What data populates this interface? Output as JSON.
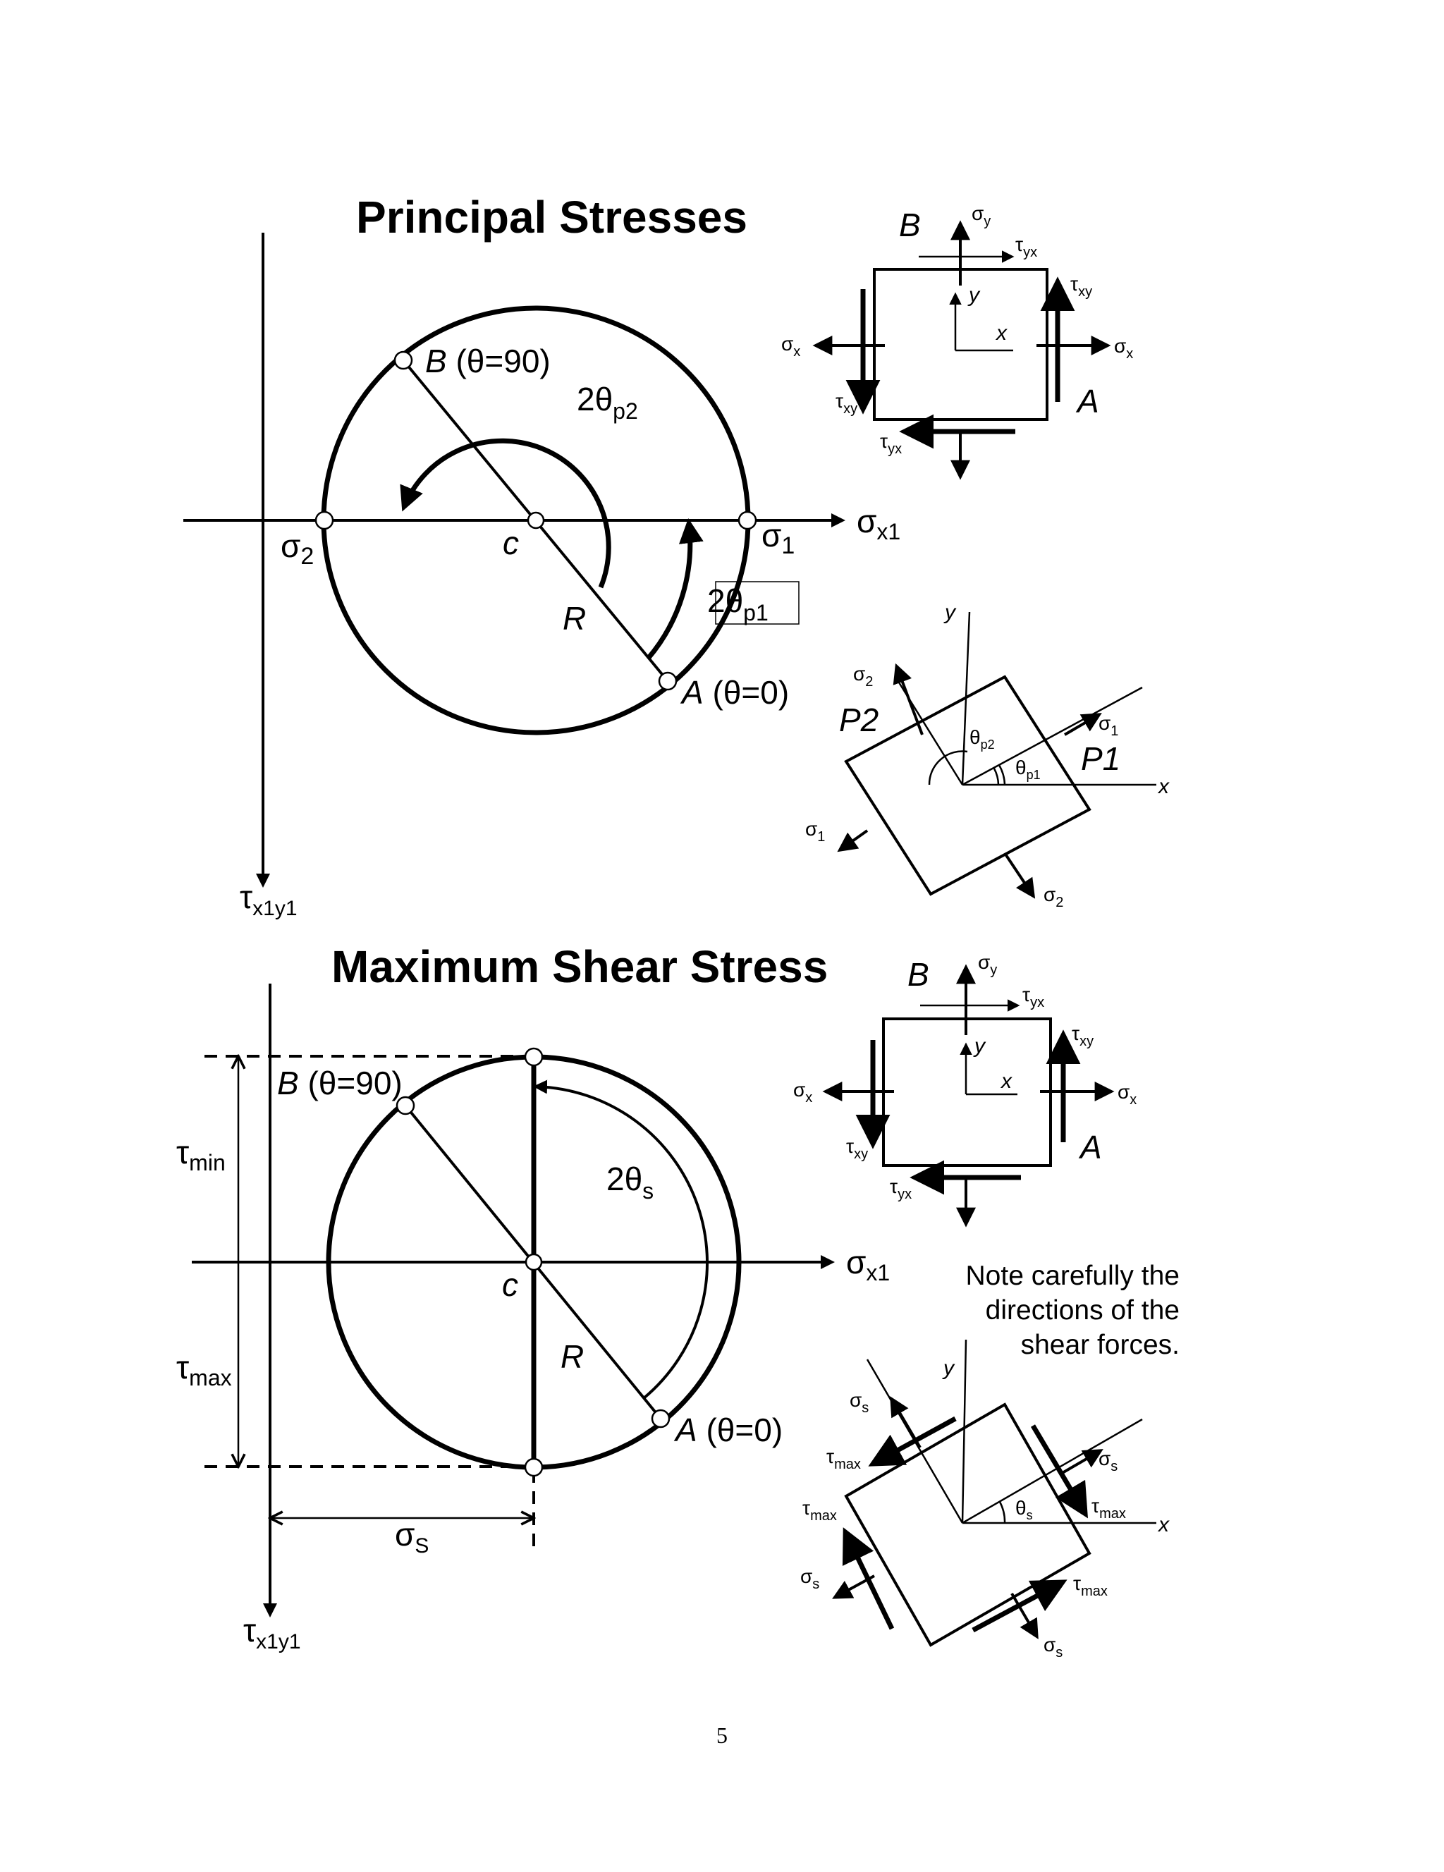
{
  "top": {
    "title": "Principal Stresses",
    "circle_labels": {
      "B": "B",
      "B_theta": "(θ=90)",
      "A": "A",
      "A_theta": "(θ=0)",
      "two_theta_p2": "2θ",
      "two_theta_p2_sub": "p2",
      "two_theta_p1": "2θ",
      "two_theta_p1_sub": "p1",
      "c": "c",
      "R": "R",
      "sigma2": "σ",
      "sigma2_sub": "2",
      "sigma1": "σ",
      "sigma1_sub": "1",
      "sigma_x1": "σ",
      "sigma_x1_sub": "x1",
      "tau_axis": "τ",
      "tau_axis_sub": "x1y1"
    },
    "element": {
      "B": "B",
      "A": "A",
      "sigma_y": "σ",
      "sigma_y_sub": "y",
      "tau_yx_top": "τ",
      "tau_yx_top_sub": "yx",
      "tau_xy_right": "τ",
      "tau_xy_right_sub": "xy",
      "sigma_x_left": "σ",
      "sigma_x_left_sub": "x",
      "sigma_x_right": "σ",
      "sigma_x_right_sub": "x",
      "tau_xy_left": "τ",
      "tau_xy_left_sub": "xy",
      "tau_yx_bottom": "τ",
      "tau_yx_bottom_sub": "yx",
      "y": "y",
      "x": "x"
    },
    "rotated": {
      "y": "y",
      "x": "x",
      "P1": "P1",
      "P2": "P2",
      "sigma2_top": "σ",
      "sigma2_top_sub": "2",
      "sigma1_right": "σ",
      "sigma1_right_sub": "1",
      "sigma1_left": "σ",
      "sigma1_left_sub": "1",
      "sigma2_bottom": "σ",
      "sigma2_bottom_sub": "2",
      "theta_p2": "θ",
      "theta_p2_sub": "p2",
      "theta_p1": "θ",
      "theta_p1_sub": "p1"
    }
  },
  "bottom": {
    "title": "Maximum Shear Stress",
    "circle_labels": {
      "B": "B",
      "B_theta": "(θ=90)",
      "A": "A",
      "A_theta": "(θ=0)",
      "two_theta_s": "2θ",
      "two_theta_s_sub": "s",
      "c": "c",
      "R": "R",
      "tau_min": "τ",
      "tau_min_sub": "min",
      "tau_max": "τ",
      "tau_max_sub": "max",
      "sigma_s": "σ",
      "sigma_s_sub": "S",
      "sigma_x1": "σ",
      "sigma_x1_sub": "x1",
      "tau_axis": "τ",
      "tau_axis_sub": "x1y1"
    },
    "element": {
      "B": "B",
      "A": "A",
      "sigma_y": "σ",
      "sigma_y_sub": "y",
      "tau_yx_top": "τ",
      "tau_yx_top_sub": "yx",
      "tau_xy_right": "τ",
      "tau_xy_right_sub": "xy",
      "sigma_x_left": "σ",
      "sigma_x_left_sub": "x",
      "sigma_x_right": "σ",
      "sigma_x_right_sub": "x",
      "tau_xy_left": "τ",
      "tau_xy_left_sub": "xy",
      "tau_yx_bottom": "τ",
      "tau_yx_bottom_sub": "yx",
      "y": "y",
      "x": "x"
    },
    "note": [
      "Note carefully the",
      "directions of the",
      "shear forces."
    ],
    "rotated": {
      "y": "y",
      "x": "x",
      "sigma_s_top": "σ",
      "sigma_s_top_sub": "s",
      "sigma_s_right": "σ",
      "sigma_s_right_sub": "s",
      "sigma_s_left": "σ",
      "sigma_s_left_sub": "s",
      "sigma_s_bottom": "σ",
      "sigma_s_bottom_sub": "s",
      "tau_max_1": "τ",
      "tau_max_1_sub": "max",
      "tau_max_2": "τ",
      "tau_max_2_sub": "max",
      "tau_max_3": "τ",
      "tau_max_3_sub": "max",
      "tau_max_4": "τ",
      "tau_max_4_sub": "max",
      "theta_s": "θ",
      "theta_s_sub": "s"
    }
  },
  "page_number": "5"
}
